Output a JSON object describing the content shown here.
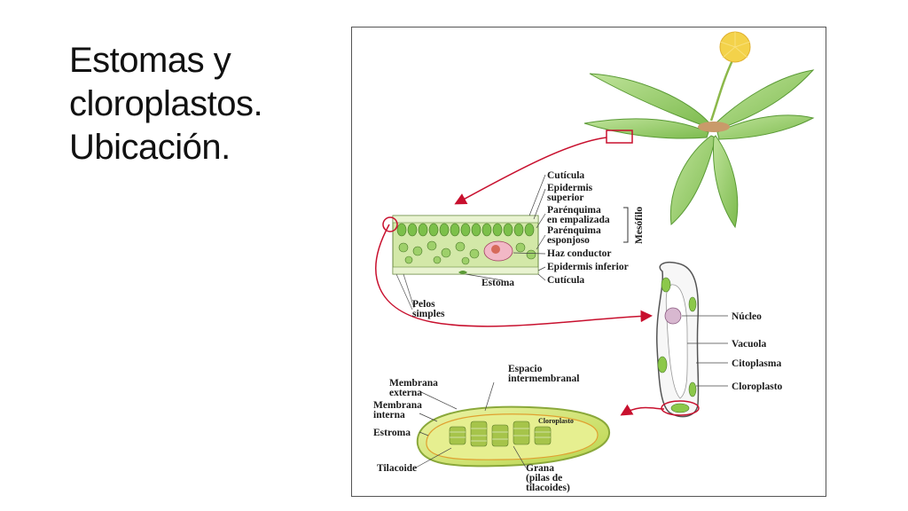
{
  "slide": {
    "title_lines": [
      "Estomas y",
      "cloroplastos.",
      "Ubicación."
    ]
  },
  "figure": {
    "leaf_labels": {
      "cuticula_top": "Cutícula",
      "epidermis_superior_1": "Epidermis",
      "epidermis_superior_2": "superior",
      "parenquima_empalizada_1": "Parénquima",
      "parenquima_empalizada_2": "en empalizada",
      "parenquima_esponjoso_1": "Parénquima",
      "parenquima_esponjoso_2": "esponjoso",
      "mesofilo": "Mesófilo",
      "haz_conductor": "Haz conductor",
      "epidermis_inferior": "Epidermis inferior",
      "estoma": "Estoma",
      "cuticula_bottom": "Cutícula",
      "pelos_1": "Pelos",
      "pelos_2": "simples"
    },
    "cell_labels": {
      "nucleo": "Núcleo",
      "vacuola": "Vacuola",
      "citoplasma": "Citoplasma",
      "cloroplasto": "Cloroplasto"
    },
    "chloroplast_labels": {
      "espacio_1": "Espacio",
      "espacio_2": "intermembranal",
      "membrana_externa_1": "Membrana",
      "membrana_externa_2": "externa",
      "membrana_interna_1": "Membrana",
      "membrana_interna_2": "interna",
      "estroma": "Estroma",
      "cloroplasto_tag": "Cloroplasto",
      "tilacoide": "Tilacoide",
      "grana_1": "Grana",
      "grana_2": "(pilas de",
      "grana_3": "tilacoides)"
    },
    "colors": {
      "arrow": "#c8102e",
      "leaf_green": "#8fc95a",
      "leaf_dark": "#5a9a35",
      "flower": "#f3d24a",
      "chloroplast": "#d6e86a"
    }
  }
}
